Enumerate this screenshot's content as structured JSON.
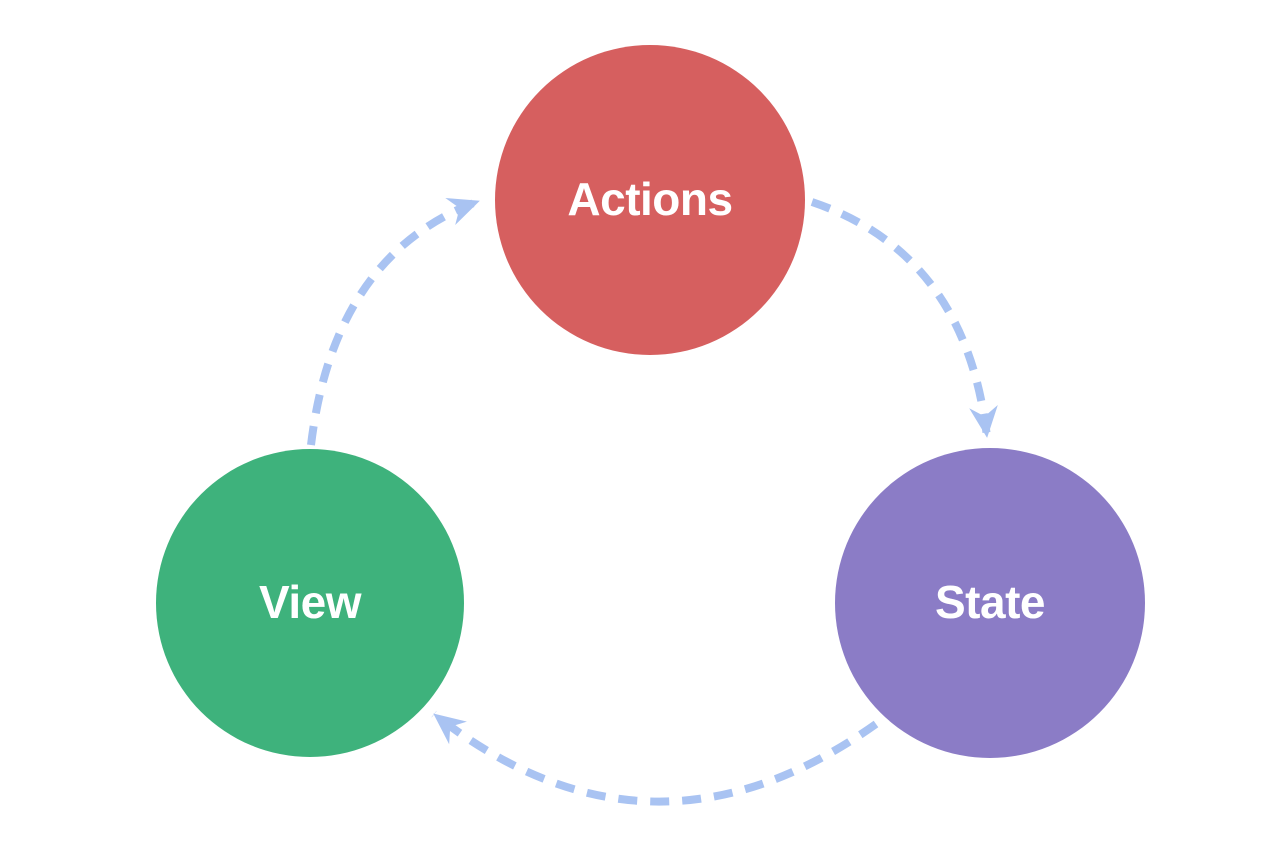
{
  "diagram": {
    "type": "cycle-flow-diagram",
    "background_color": "#ffffff",
    "edge_color": "#a9c3f2",
    "edge_style": "dashed",
    "nodes": [
      {
        "id": "actions",
        "label": "Actions",
        "color": "#d65f5f",
        "text_color": "#ffffff",
        "position": "top"
      },
      {
        "id": "state",
        "label": "State",
        "color": "#8b7cc6",
        "text_color": "#ffffff",
        "position": "right"
      },
      {
        "id": "view",
        "label": "View",
        "color": "#3eb27c",
        "text_color": "#ffffff",
        "position": "left"
      }
    ],
    "edges": [
      {
        "from": "Actions",
        "to": "State"
      },
      {
        "from": "State",
        "to": "View"
      },
      {
        "from": "View",
        "to": "Actions"
      }
    ]
  }
}
